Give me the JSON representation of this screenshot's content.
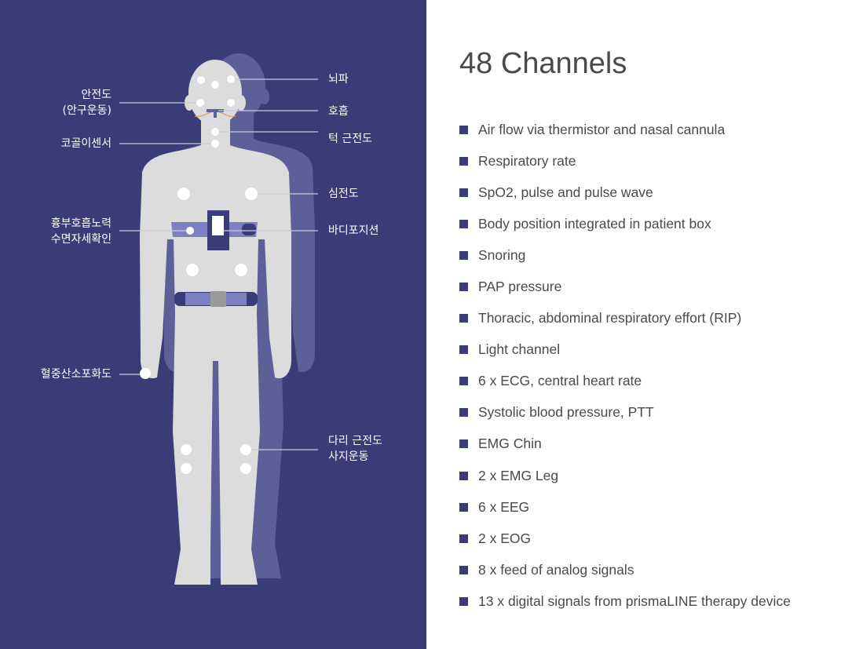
{
  "colors": {
    "panel": "#3a3c78",
    "body": "#dcdcdc",
    "shadow": "#5d5f99",
    "belt": "#7c80c2",
    "text": "#4a4a4a"
  },
  "diagram": {
    "labels_left": [
      {
        "lines": [
          "안전도",
          "(안구운동)"
        ]
      },
      {
        "lines": [
          "코골이센서"
        ]
      },
      {
        "lines": [
          "흉부호흡노력",
          "수면자세확인"
        ]
      },
      {
        "lines": [
          "혈중산소포화도"
        ]
      }
    ],
    "labels_right": [
      {
        "lines": [
          "뇌파"
        ]
      },
      {
        "lines": [
          "호흡"
        ]
      },
      {
        "lines": [
          "턱 근전도"
        ]
      },
      {
        "lines": [
          "심전도"
        ]
      },
      {
        "lines": [
          "바디포지션"
        ]
      },
      {
        "lines": [
          "다리 근전도",
          "사지운동"
        ]
      }
    ]
  },
  "channels": {
    "title": "48 Channels",
    "items": [
      "Air flow via thermistor and nasal cannula",
      "Respiratory rate",
      "SpO2, pulse and pulse wave",
      "Body position integrated in patient box",
      "Snoring",
      "PAP pressure",
      "Thoracic, abdominal respiratory effort (RIP)",
      "Light channel",
      "6 x ECG, central heart rate",
      "Systolic blood pressure, PTT",
      "EMG Chin",
      "2 x EMG Leg",
      "6 x EEG",
      "2 x EOG",
      "8 x feed of analog signals",
      "13 x digital signals from prismaLINE therapy device"
    ]
  }
}
